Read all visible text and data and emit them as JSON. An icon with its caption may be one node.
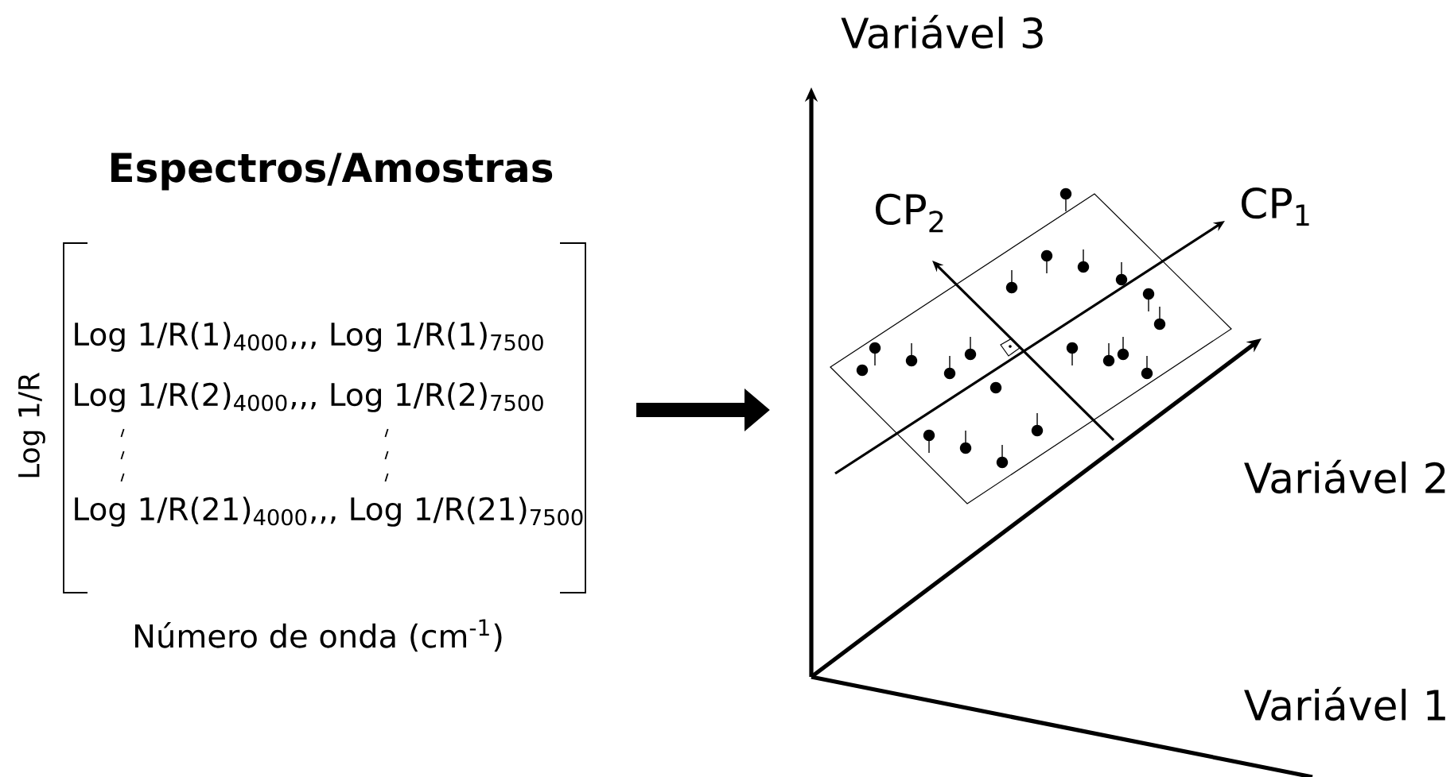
{
  "diagram": {
    "title": "Espectros/Amostras",
    "nodes": [
      {
        "text": [
          "Log 1/R(1)$_{4000}$,,, Log 1/R(1)$_{7500}$",
          "Log 1/R(2)$_{4000}$,,, Log 1/R(2)$_{7500}$",
          "Log 1/R(21)$_{4000}$,,, Log 1/R(21)$_{7500}$"
        ],
        "beside": [
          "Log 1/R",
          "Número de onda (cm$^{-1}$)"
        ]
      },
      {
        "text": [],
        "shape": "picture"
      }
    ],
    "edges": [
      {
        "from": 0,
        "to": 1,
        "arrow": "to"
      }
    ],
    "labels": [
      "Variável 3",
      "CP$_{2}$",
      "CP$_{1}$",
      "Variável 2",
      "Variável 1"
    ]
  }
}
